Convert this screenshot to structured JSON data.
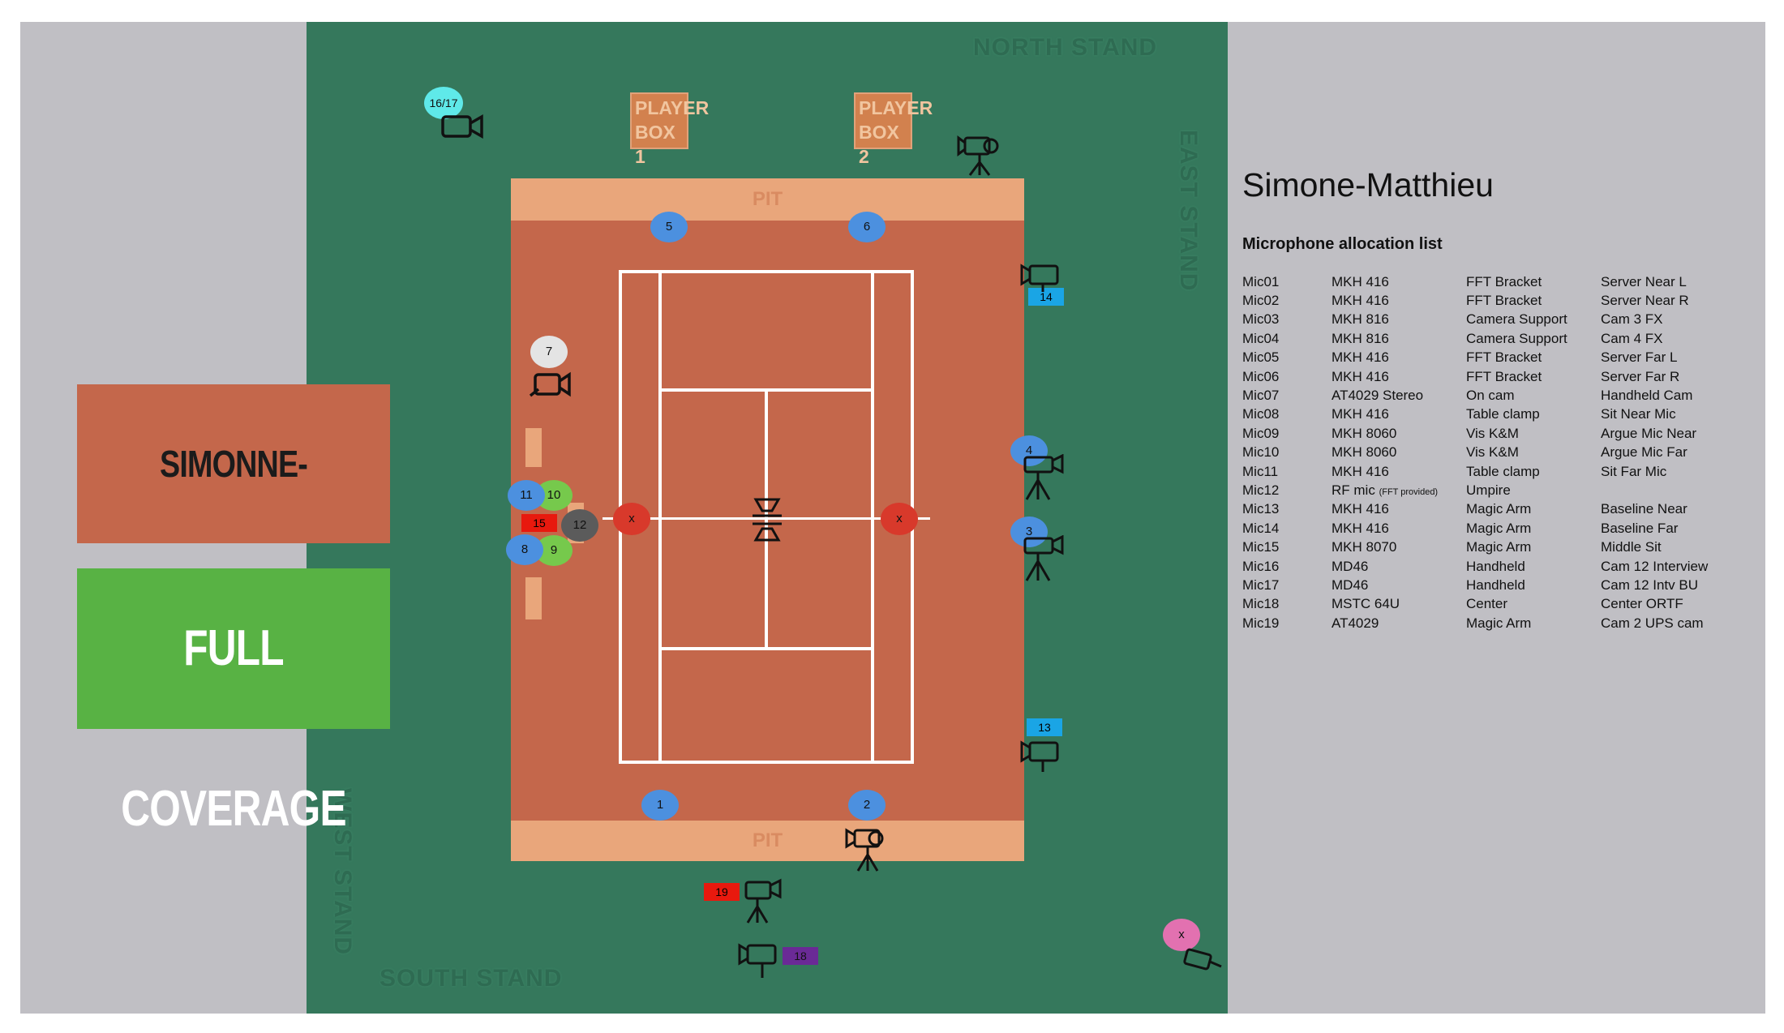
{
  "stands": {
    "north": "NORTH STAND",
    "east": "EAST STAND",
    "west": "WEST STAND",
    "south": "SOUTH STAND"
  },
  "court": {
    "pit_top": "PIT",
    "pit_bottom": "PIT",
    "net_marker_left": "x",
    "net_marker_right": "x"
  },
  "player_boxes": {
    "box1": "PLAYER BOX 1",
    "box2": "PLAYER BOX 2"
  },
  "mic_markers": {
    "m1": "1",
    "m2": "2",
    "m3": "3",
    "m4": "4",
    "m5": "5",
    "m6": "6",
    "m7": "7",
    "m8": "8",
    "m9": "9",
    "m10": "10",
    "m11": "11",
    "m12": "12",
    "m13": "13",
    "m14": "14",
    "m15": "15",
    "m1617": "16/17",
    "m18": "18",
    "m19": "19",
    "mx": "x"
  },
  "court_name_box": "SIMONNE-MATHIEU",
  "coverage_box": "FULL COVERAGE",
  "heading": "Simone-Matthieu",
  "subheading": "Microphone allocation list",
  "mic_list": [
    {
      "id": "Mic01",
      "model": "MKH 416",
      "mount": "FFT Bracket",
      "use": "Server Near L"
    },
    {
      "id": "Mic02",
      "model": "MKH 416",
      "mount": "FFT Bracket",
      "use": "Server Near R"
    },
    {
      "id": "Mic03",
      "model": "MKH 816",
      "mount": "Camera Support",
      "use": "Cam 3 FX"
    },
    {
      "id": "Mic04",
      "model": "MKH 816",
      "mount": "Camera Support",
      "use": "Cam 4 FX"
    },
    {
      "id": "Mic05",
      "model": "MKH 416",
      "mount": "FFT Bracket",
      "use": "Server Far L"
    },
    {
      "id": "Mic06",
      "model": "MKH 416",
      "mount": "FFT Bracket",
      "use": "Server Far R"
    },
    {
      "id": "Mic07",
      "model": "AT4029 Stereo",
      "mount": "On cam",
      "use": "Handheld Cam"
    },
    {
      "id": "Mic08",
      "model": "MKH 416",
      "mount": "Table clamp",
      "use": "Sit Near Mic"
    },
    {
      "id": "Mic09",
      "model": "MKH 8060",
      "mount": "Vis K&M",
      "use": "Argue Mic Near"
    },
    {
      "id": "Mic10",
      "model": "MKH 8060",
      "mount": "Vis K&M",
      "use": "Argue Mic Far"
    },
    {
      "id": "Mic11",
      "model": "MKH 416",
      "mount": "Table clamp",
      "use": "Sit Far Mic"
    },
    {
      "id": "Mic12",
      "model": "RF mic",
      "model_note": "(FFT provided)",
      "mount": "Umpire",
      "use": ""
    },
    {
      "id": "Mic13",
      "model": "MKH 416",
      "mount": "Magic Arm",
      "use": "Baseline Near"
    },
    {
      "id": "Mic14",
      "model": "MKH 416",
      "mount": "Magic Arm",
      "use": "Baseline Far"
    },
    {
      "id": "Mic15",
      "model": "MKH 8070",
      "mount": "Magic Arm",
      "use": "Middle Sit"
    },
    {
      "id": "Mic16",
      "model": "MD46",
      "mount": "Handheld",
      "use": "Cam 12 Interview"
    },
    {
      "id": "Mic17",
      "model": "MD46",
      "mount": "Handheld",
      "use": "Cam 12 Intv BU"
    },
    {
      "id": "Mic18",
      "model": "MSTC 64U",
      "mount": "Center",
      "use": "Center ORTF"
    },
    {
      "id": "Mic19",
      "model": "AT4029",
      "mount": "Magic Arm",
      "use": "Cam 2 UPS cam"
    }
  ]
}
